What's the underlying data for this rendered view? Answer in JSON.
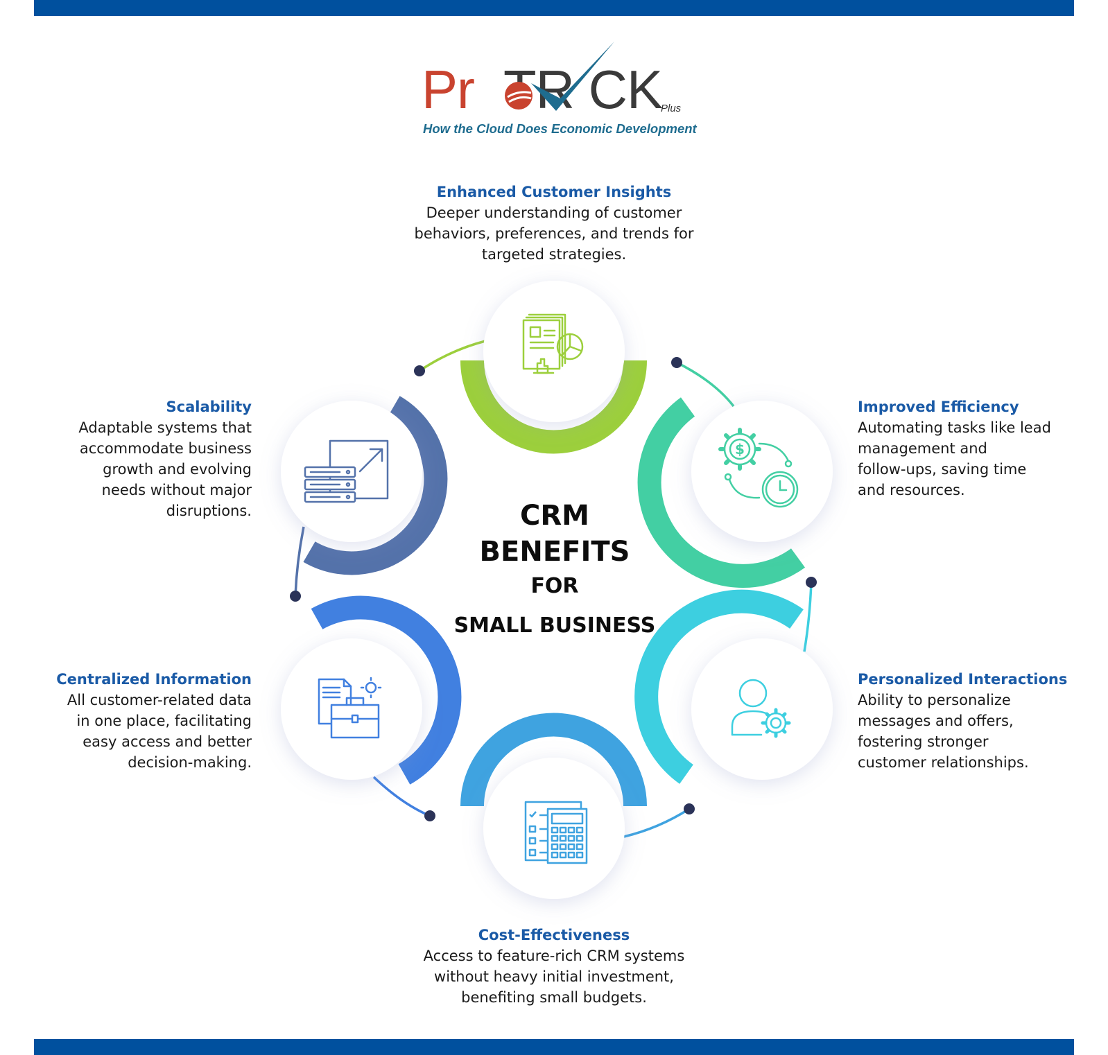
{
  "brand": {
    "logo_pro": "Pr",
    "logo_track": "TR CK",
    "logo_plus": "Plus",
    "tagline": "How the Cloud Does Economic Development",
    "colors": {
      "pro": "#c9432f",
      "track": "#3a3a3a",
      "check": "#1e6c8f",
      "bar": "#00509e"
    }
  },
  "center": {
    "line1": "CRM",
    "line2": "BENEFITS",
    "line3": "FOR",
    "line4": "SMALL BUSINESS"
  },
  "benefits": [
    {
      "title": "Enhanced Customer Insights",
      "desc": [
        "Deeper understanding of customer",
        "behaviors, preferences, and trends for",
        "targeted strategies."
      ],
      "icon": "report-pie-chart-icon",
      "color": "#9ccf3c"
    },
    {
      "title": "Improved Efficiency",
      "desc": [
        "Automating tasks like lead",
        "management and",
        "follow-ups, saving time",
        "and resources."
      ],
      "icon": "gear-dollar-clock-icon",
      "color": "#43cfa3"
    },
    {
      "title": "Personalized Interactions",
      "desc": [
        "Ability to personalize",
        "messages and offers,",
        "fostering stronger",
        "customer relationships."
      ],
      "icon": "user-gear-icon",
      "color": "#3dcfe0"
    },
    {
      "title": "Cost-Effectiveness",
      "desc": [
        "Access to feature-rich CRM systems",
        "without heavy initial investment,",
        "benefiting small budgets."
      ],
      "icon": "calculator-checklist-icon",
      "color": "#3fa3e0"
    },
    {
      "title": "Centralized Information",
      "desc": [
        "All customer-related data",
        "in one place, facilitating",
        "easy access and better",
        "decision-making."
      ],
      "icon": "briefcase-document-icon",
      "color": "#4180e0"
    },
    {
      "title": "Scalability",
      "desc": [
        "Adaptable systems that",
        "accommodate business",
        "growth and evolving",
        "needs without major",
        "disruptions."
      ],
      "icon": "server-scale-icon",
      "color": "#5472aa"
    }
  ]
}
